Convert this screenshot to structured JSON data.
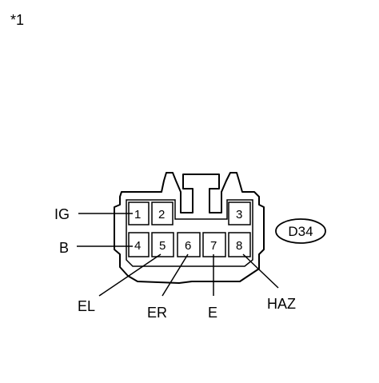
{
  "note": "*1",
  "connector_id": "D34",
  "pins": {
    "p1": "1",
    "p2": "2",
    "p3": "3",
    "p4": "4",
    "p5": "5",
    "p6": "6",
    "p7": "7",
    "p8": "8"
  },
  "labels": {
    "ig": "IG",
    "b": "B",
    "el": "EL",
    "er": "ER",
    "e": "E",
    "haz": "HAZ"
  }
}
